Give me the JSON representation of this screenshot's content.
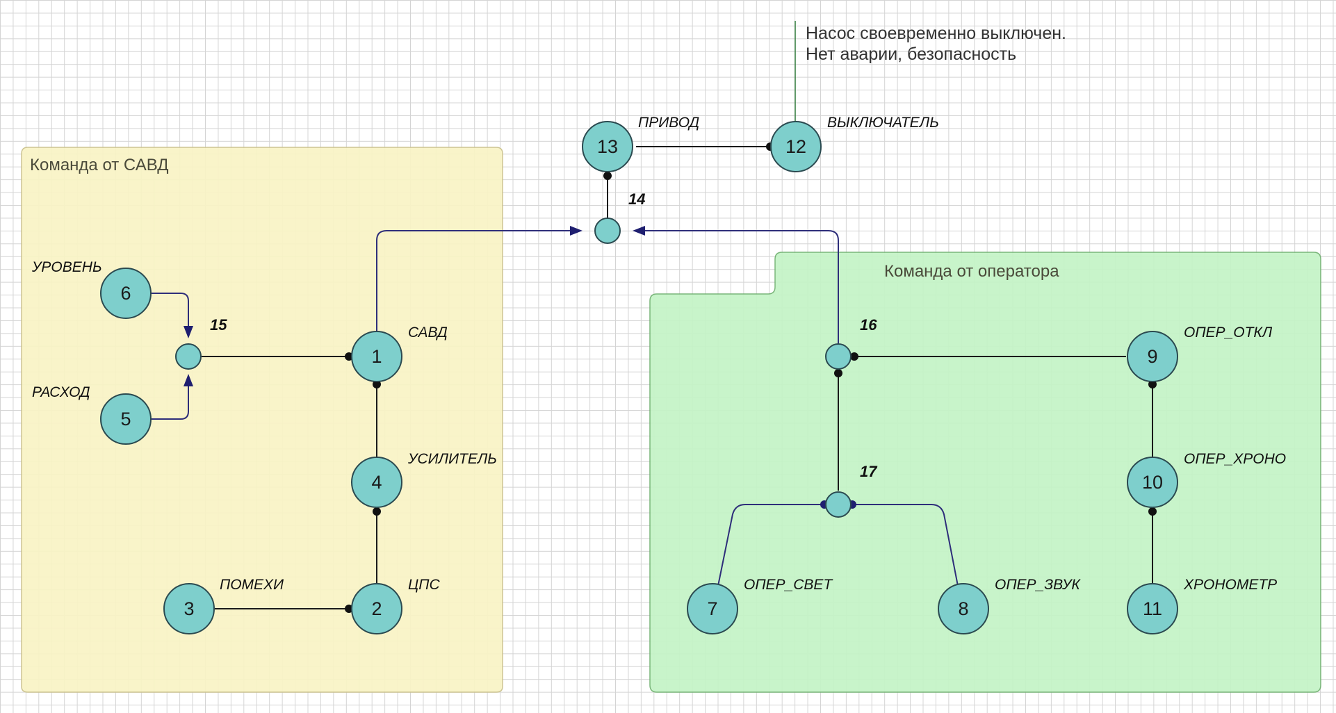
{
  "groups": {
    "savd": "Команда от САВД",
    "operator": "Команда от оператора"
  },
  "note": {
    "line1": "Насос своевременно выключен.",
    "line2": "Нет аварии, безопасность"
  },
  "nodes": [
    {
      "id": "1",
      "label": "САВД"
    },
    {
      "id": "2",
      "label": "ЦПС"
    },
    {
      "id": "3",
      "label": "ПОМЕХИ"
    },
    {
      "id": "4",
      "label": "УСИЛИТЕЛЬ"
    },
    {
      "id": "5",
      "label": "РАСХОД"
    },
    {
      "id": "6",
      "label": "УРОВЕНЬ"
    },
    {
      "id": "7",
      "label": "ОПЕР_СВЕТ"
    },
    {
      "id": "8",
      "label": "ОПЕР_ЗВУК"
    },
    {
      "id": "9",
      "label": "ОПЕР_ОТКЛ"
    },
    {
      "id": "10",
      "label": "ОПЕР_ХРОНО"
    },
    {
      "id": "11",
      "label": "ХРОНОМЕТР"
    },
    {
      "id": "12",
      "label": "ВЫКЛЮЧАТЕЛЬ"
    },
    {
      "id": "13",
      "label": "ПРИВОД"
    }
  ],
  "hubs": [
    {
      "id": "14"
    },
    {
      "id": "15"
    },
    {
      "id": "16"
    },
    {
      "id": "17"
    }
  ],
  "colors": {
    "savd_group_fill": "#f9f4c5",
    "operator_group_fill": "#c4f4c6",
    "node_fill": "#7ecfcc",
    "edge_blue": "#2e2e7a",
    "note_line": "#2f7a3a"
  }
}
